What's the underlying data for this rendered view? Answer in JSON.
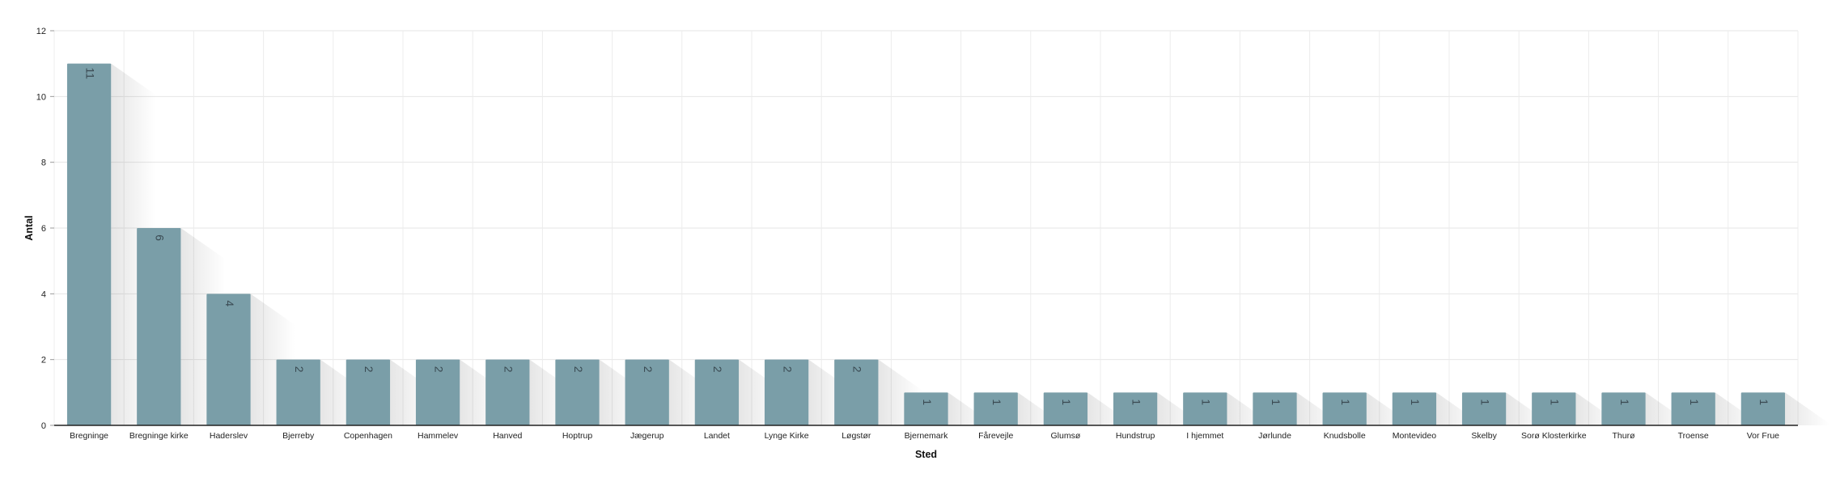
{
  "chart_data": {
    "type": "bar",
    "categories": [
      "Bregninge",
      "Bregninge kirke",
      "Haderslev",
      "Bjerreby",
      "Copenhagen",
      "Hammelev",
      "Hanved",
      "Hoptrup",
      "Jægerup",
      "Landet",
      "Lynge Kirke",
      "Løgstør",
      "Bjernemark",
      "Fårevejle",
      "Glumsø",
      "Hundstrup",
      "I hjemmet",
      "Jørlunde",
      "Knudsbolle",
      "Montevideo",
      "Skelby",
      "Sorø Klosterkirke",
      "Thurø",
      "Troense",
      "Vor Frue"
    ],
    "values": [
      11,
      6,
      4,
      2,
      2,
      2,
      2,
      2,
      2,
      2,
      2,
      2,
      1,
      1,
      1,
      1,
      1,
      1,
      1,
      1,
      1,
      1,
      1,
      1,
      1
    ],
    "title": "",
    "xlabel": "Sted",
    "ylabel": "Antal",
    "ylim": [
      0,
      12
    ],
    "yticks": [
      0,
      2,
      4,
      6,
      8,
      10,
      12
    ],
    "grid": true,
    "bar_color": "#7a9ea8",
    "data_labels": true
  }
}
